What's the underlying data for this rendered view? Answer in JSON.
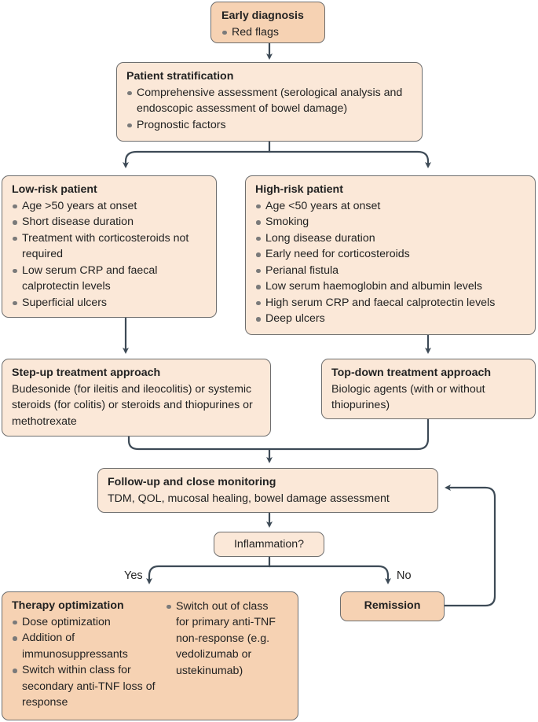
{
  "early_diagnosis": {
    "title": "Early diagnosis",
    "items": [
      "Red flags"
    ]
  },
  "stratification": {
    "title": "Patient stratification",
    "items": [
      "Comprehensive assessment (serological analysis and endoscopic assessment of bowel damage)",
      "Prognostic factors"
    ]
  },
  "low_risk": {
    "title": "Low-risk patient",
    "items": [
      "Age >50 years at onset",
      "Short disease duration",
      "Treatment with corticosteroids not required",
      "Low serum CRP and faecal calprotectin levels",
      "Superficial ulcers"
    ]
  },
  "high_risk": {
    "title": "High-risk patient",
    "items": [
      "Age <50 years at onset",
      "Smoking",
      "Long disease duration",
      "Early need for corticosteroids",
      "Perianal fistula",
      "Low serum haemoglobin and albumin levels",
      "High serum CRP and faecal calprotectin levels",
      "Deep ulcers"
    ]
  },
  "step_up": {
    "title": "Step-up treatment approach",
    "text": "Budesonide (for ileitis and ileocolitis) or systemic steroids (for colitis) or steroids and thiopurines or methotrexate"
  },
  "top_down": {
    "title": "Top-down treatment approach",
    "text": "Biologic agents (with or without thiopurines)"
  },
  "follow_up": {
    "title": "Follow-up and close monitoring",
    "text": "TDM, QOL, mucosal healing, bowel damage assessment"
  },
  "inflammation": {
    "label": "Inflammation?",
    "yes": "Yes",
    "no": "No"
  },
  "therapy": {
    "title": "Therapy optimization",
    "col1": [
      "Dose optimization",
      "Addition of immunosuppressants",
      "Switch within class for secondary anti-TNF loss of response"
    ],
    "col2": [
      "Switch out of class for primary anti-TNF non-response (e.g. vedolizumab or ustekinumab)"
    ]
  },
  "remission": {
    "label": "Remission"
  },
  "colors": {
    "box_fill": "#fbe8d8",
    "box_fill_dark": "#f6d2b3",
    "border": "#6e6e6e",
    "connector": "#3d4a56"
  }
}
